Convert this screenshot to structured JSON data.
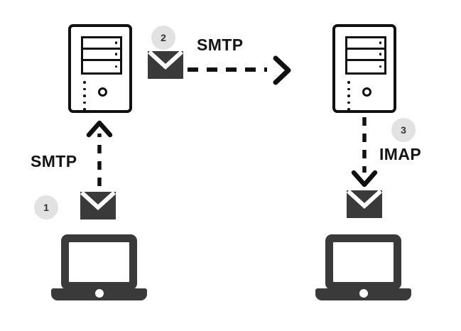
{
  "diagram": {
    "title": "Email delivery flow: SMTP and IMAP",
    "background_color": "#ffffff",
    "ink_color": "#111111",
    "icon_fill": "#3a3a3a",
    "badge_color": "#e2e2e2"
  },
  "nodes": {
    "sender_laptop": {
      "name": "sender-laptop",
      "icon": "laptop-icon"
    },
    "sender_server": {
      "name": "sending-mail-server",
      "icon": "server-tower-icon"
    },
    "receiver_server": {
      "name": "receiving-mail-server",
      "icon": "server-tower-icon"
    },
    "receiver_laptop": {
      "name": "recipient-laptop",
      "icon": "laptop-icon"
    }
  },
  "steps": [
    {
      "number": "1",
      "protocol": "SMTP",
      "direction": "up",
      "from": "sender-laptop",
      "to": "sending-mail-server",
      "envelope": "envelope-icon"
    },
    {
      "number": "2",
      "protocol": "SMTP",
      "direction": "right",
      "from": "sending-mail-server",
      "to": "receiving-mail-server",
      "envelope": "envelope-icon"
    },
    {
      "number": "3",
      "protocol": "IMAP",
      "direction": "down",
      "from": "receiving-mail-server",
      "to": "recipient-laptop",
      "envelope": "envelope-icon"
    }
  ]
}
